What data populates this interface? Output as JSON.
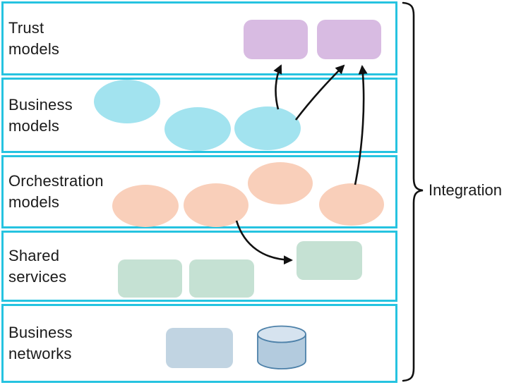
{
  "layers": [
    {
      "id": "trust-models",
      "line1": "Trust",
      "line2": "models"
    },
    {
      "id": "business-models",
      "line1": "Business",
      "line2": "models"
    },
    {
      "id": "orchestration-models",
      "line1": "Orchestration",
      "line2": "models"
    },
    {
      "id": "shared-services",
      "line1": "Shared",
      "line2": "services"
    },
    {
      "id": "business-networks",
      "line1": "Business",
      "line2": "networks"
    }
  ],
  "annotation": {
    "brace_label": "Integration"
  },
  "colors": {
    "band_border": "#26c3e0",
    "trust_shape": "#d8bbe2",
    "business_shape": "#a2e3ef",
    "orchestration_shape": "#f9cfba",
    "shared_shape": "#c5e1d3",
    "network_rect": "#c1d4e2",
    "cylinder_body": "#b3cbde",
    "cylinder_top": "#d6e3ef",
    "cylinder_stroke": "#4d81a9",
    "arrow": "#111111",
    "text": "#1a1a1a"
  }
}
